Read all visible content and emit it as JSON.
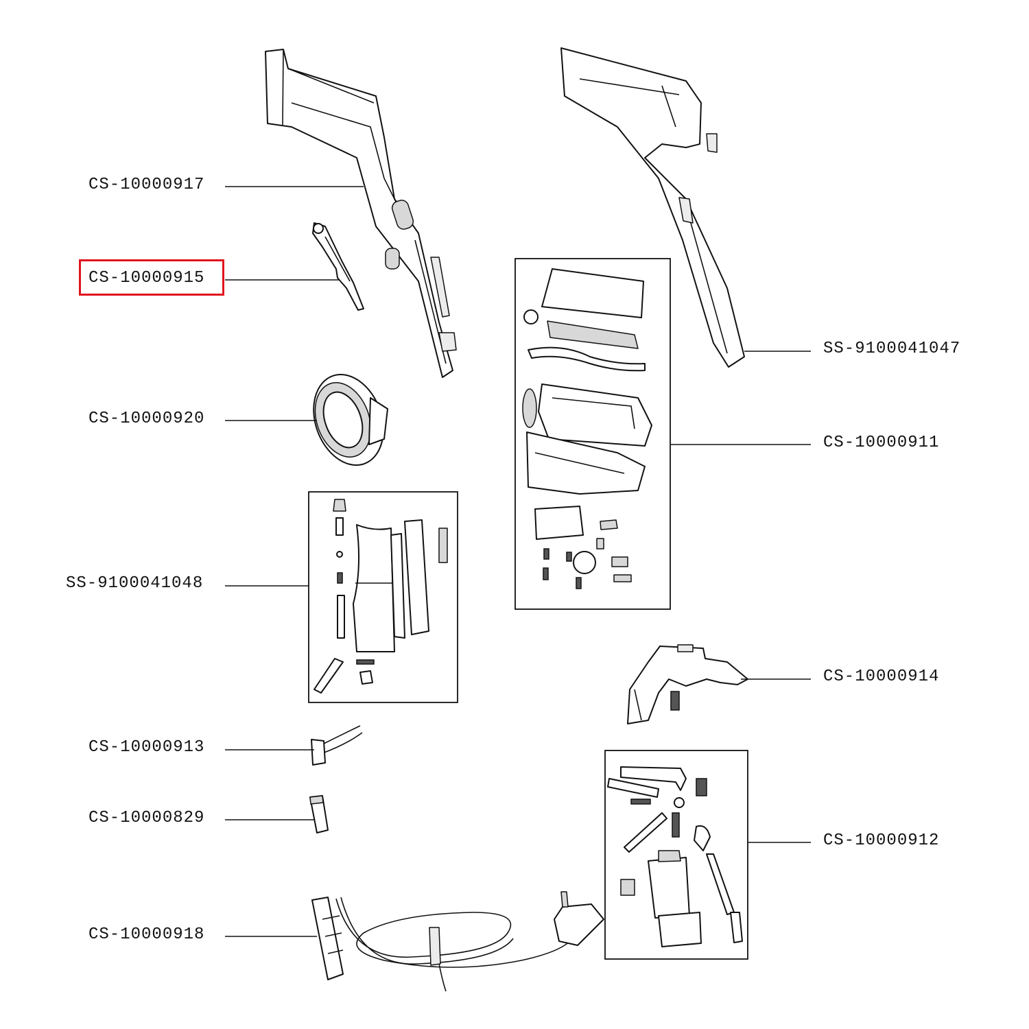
{
  "diagram": {
    "highlight_color": "#e0141e",
    "labels": {
      "cs_10000917": "CS-10000917",
      "cs_10000915": "CS-10000915",
      "cs_10000920": "CS-10000920",
      "ss_9100041048": "SS-9100041048",
      "cs_10000913": "CS-10000913",
      "cs_10000829": "CS-10000829",
      "cs_10000918": "CS-10000918",
      "ss_9100041047": "SS-9100041047",
      "cs_10000911": "CS-10000911",
      "cs_10000914": "CS-10000914",
      "cs_10000912": "CS-10000912"
    },
    "highlighted_label": "CS-10000915"
  }
}
